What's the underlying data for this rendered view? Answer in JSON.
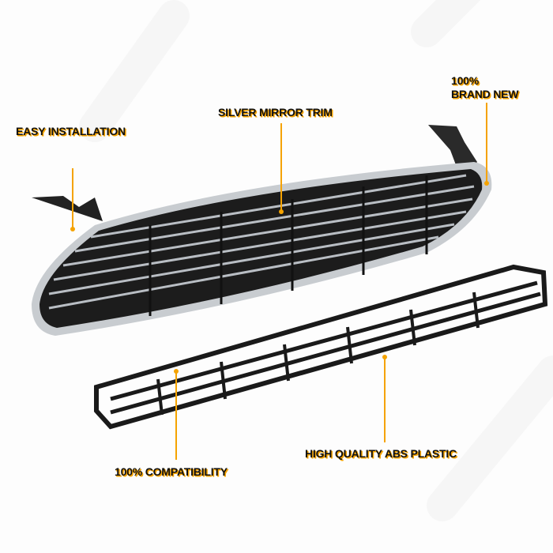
{
  "labels": {
    "easy_installation": "EASY INSTALLATION",
    "silver_mirror_trim": "SILVER MIRROR TRIM",
    "brand_new_line1": "100%",
    "brand_new_line2": "BRAND NEW",
    "compatibility": "100% COMPATIBILITY",
    "abs_plastic": "HIGH QUALITY ABS PLASTIC"
  },
  "colors": {
    "accent": "#f5a300",
    "text": "#111111",
    "grille": "#1c1c1c",
    "chrome": "#c8ccd0"
  }
}
